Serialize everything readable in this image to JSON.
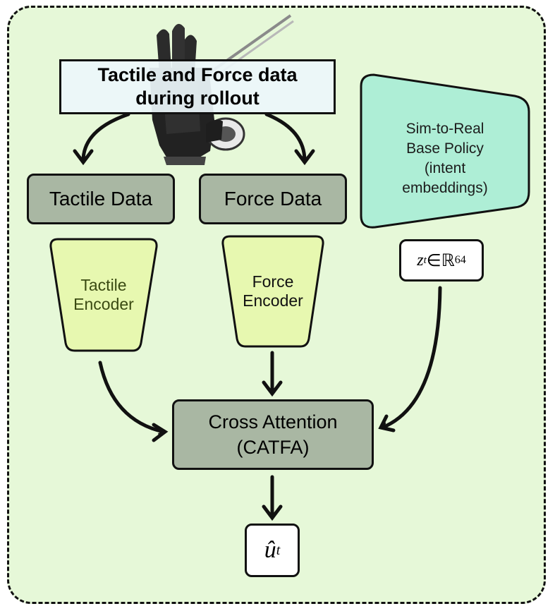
{
  "title": "Tactile and Force data\nduring rollout",
  "tactile_data": "Tactile Data",
  "force_data": "Force Data",
  "tactile_encoder": "Tactile\nEncoder",
  "force_encoder": "Force\nEncoder",
  "base_policy": "Sim-to-Real\nBase Policy\n(intent\nembeddings)",
  "latent": {
    "symbol": "z",
    "subscript": "t",
    "relation": " ∈ ",
    "space": "ℝ",
    "dimension": "64"
  },
  "cross_attention": "Cross Attention\n(CATFA)",
  "output": {
    "symbol": "û",
    "subscript": "t"
  },
  "colors": {
    "background": "#e6f8d8",
    "data_box": "#a9b7a3",
    "encoder": "#e7f8b0",
    "policy": "#aeeed6"
  },
  "image": "gloved-hand-holding-surgical-scissors"
}
